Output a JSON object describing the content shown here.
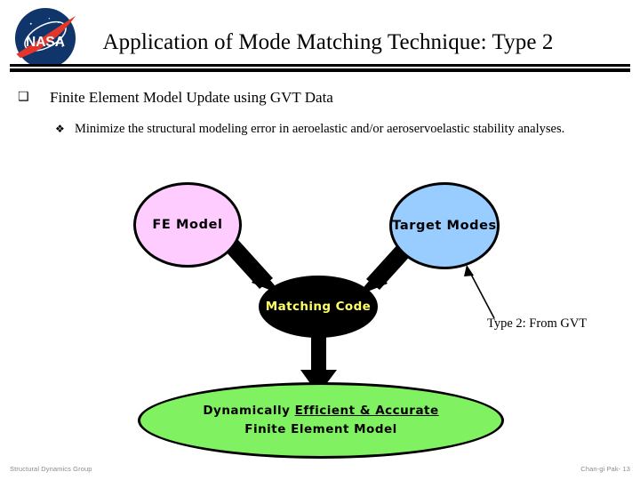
{
  "logo": {
    "name": "nasa-meatball-logo",
    "wordmark": "NASA"
  },
  "header": {
    "title": "Application of Mode Matching Technique: Type 2"
  },
  "bullets": [
    {
      "glyph": "❑",
      "glyph_name": "square-bullet-icon",
      "text": "Finite Element Model Update using GVT Data"
    },
    {
      "glyph": "❖",
      "glyph_name": "diamond-bullet-icon",
      "text": "Minimize the structural modeling error in aeroelastic and/or aeroservoelastic stability analyses."
    }
  ],
  "diagram": {
    "nodes": [
      {
        "id": "fe-model",
        "label": "FE Model",
        "fill": "#ffccff",
        "text_color": "#000000"
      },
      {
        "id": "target-modes",
        "label": "Target Modes",
        "fill": "#99ccff",
        "text_color": "#000000"
      },
      {
        "id": "matching-code",
        "label": "Matching Code",
        "fill": "#000000",
        "text_color": "#ffff66"
      }
    ],
    "result": {
      "line1_prefix": "Dynamically ",
      "line1_underlined": "Efficient & Accurate",
      "line2": "Finite Element Model",
      "fill": "#80f261",
      "text_color": "#000000"
    },
    "callout": {
      "label": "Type 2: From GVT"
    },
    "arrows": [
      {
        "from": "fe-model",
        "to": "matching-code"
      },
      {
        "from": "target-modes",
        "to": "matching-code"
      },
      {
        "from": "matching-code",
        "to": "result"
      },
      {
        "from": "callout",
        "to": "target-modes"
      }
    ]
  },
  "footer": {
    "left": "Structural Dynamics Group",
    "right": "Chan-gi Pak- 13"
  }
}
